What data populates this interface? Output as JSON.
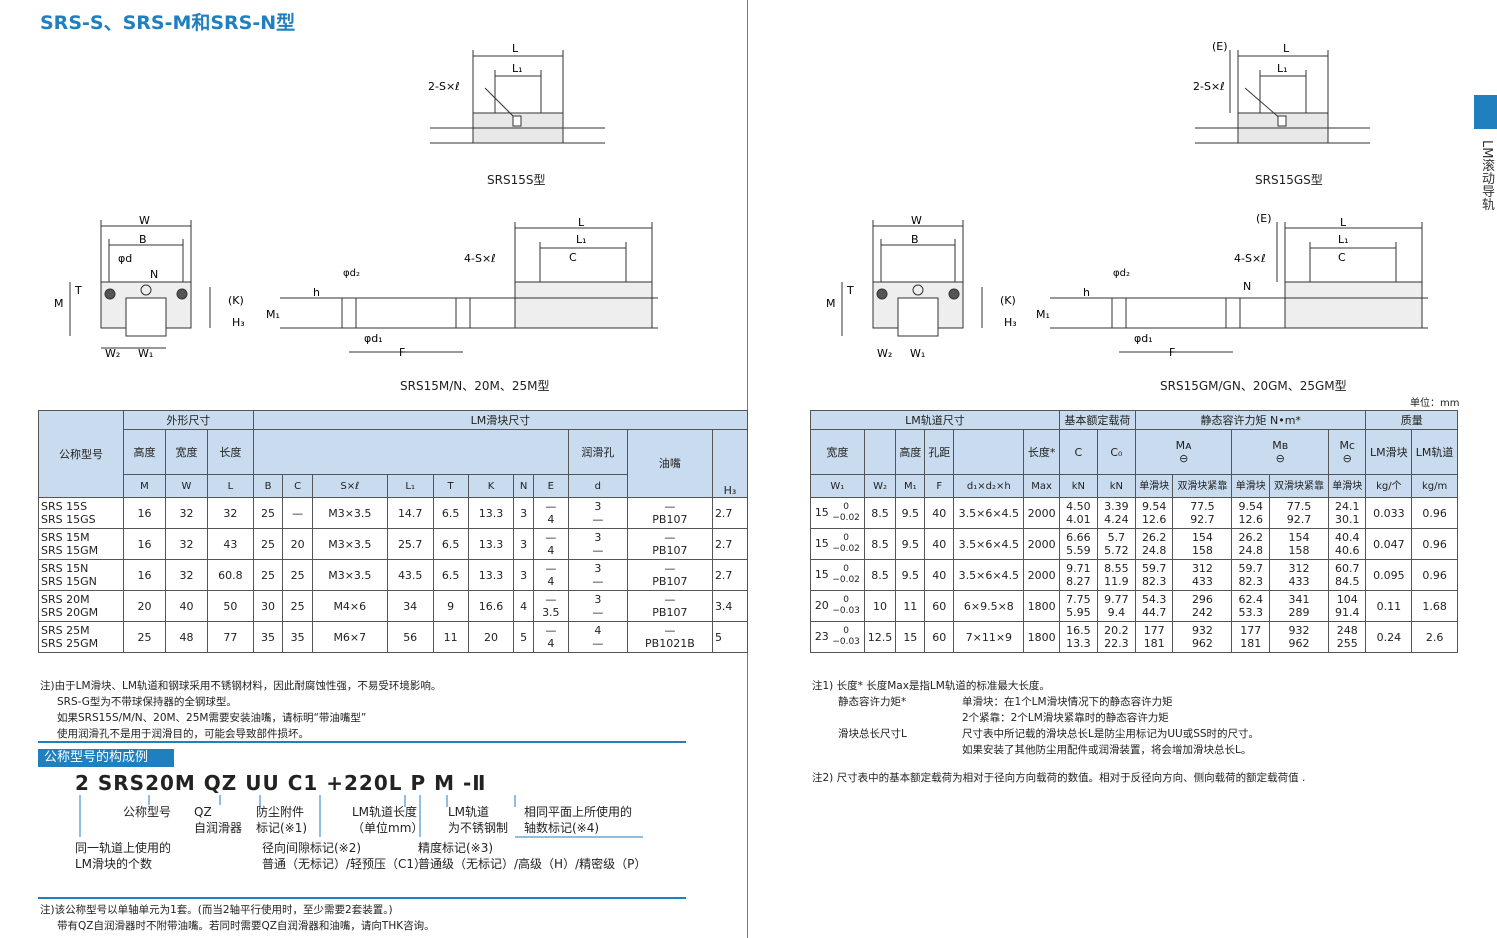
{
  "page": {
    "title": "SRS-S、SRS-M和SRS-N型",
    "side_tab": "LM滚动导轨",
    "unit": "单位：mm"
  },
  "drawings": {
    "labels": {
      "L": "L",
      "L1": "L₁",
      "E": "(E)",
      "S2": "2-S×ℓ",
      "S4": "4-S×ℓ",
      "W": "W",
      "B": "B",
      "d": "φd",
      "N": "N",
      "T": "T",
      "M": "M",
      "K": "(K)",
      "H3": "H₃",
      "W2": "W₂",
      "W1": "W₁",
      "d2": "φd₂",
      "h": "h",
      "M1": "M₁",
      "d1": "φd₁",
      "F": "F",
      "C": "C"
    },
    "captions": {
      "srs15s": "SRS15S型",
      "srs15gs": "SRS15GS型",
      "left_main": "SRS15M/N、20M、25M型",
      "right_main": "SRS15GM/GN、20GM、25GM型"
    }
  },
  "table_left": {
    "group_headers": [
      "公称型号",
      "外形尺寸",
      "LM滑块尺寸"
    ],
    "col_headers": [
      "高度",
      "宽度",
      "长度",
      "润滑孔",
      "油嘴"
    ],
    "sub_headers": [
      "M",
      "W",
      "L",
      "B",
      "C",
      "S×ℓ",
      "L₁",
      "T",
      "K",
      "N",
      "E",
      "d",
      "H₃"
    ],
    "rows": [
      {
        "model": "SRS 15S\nSRS 15GS",
        "M": "16",
        "W": "32",
        "L": "32",
        "B": "25",
        "C": "—",
        "S": "M3×3.5",
        "L1": "14.7",
        "T": "6.5",
        "K": "13.3",
        "N": "3",
        "E": "—\n4",
        "d": "3\n—",
        "nip": "—\nPB107",
        "H3": "2.7"
      },
      {
        "model": "SRS 15M\nSRS 15GM",
        "M": "16",
        "W": "32",
        "L": "43",
        "B": "25",
        "C": "20",
        "S": "M3×3.5",
        "L1": "25.7",
        "T": "6.5",
        "K": "13.3",
        "N": "3",
        "E": "—\n4",
        "d": "3\n—",
        "nip": "—\nPB107",
        "H3": "2.7"
      },
      {
        "model": "SRS 15N\nSRS 15GN",
        "M": "16",
        "W": "32",
        "L": "60.8",
        "B": "25",
        "C": "25",
        "S": "M3×3.5",
        "L1": "43.5",
        "T": "6.5",
        "K": "13.3",
        "N": "3",
        "E": "—\n4",
        "d": "3\n—",
        "nip": "—\nPB107",
        "H3": "2.7"
      },
      {
        "model": "SRS 20M\nSRS 20GM",
        "M": "20",
        "W": "40",
        "L": "50",
        "B": "30",
        "C": "25",
        "S": "M4×6",
        "L1": "34",
        "T": "9",
        "K": "16.6",
        "N": "4",
        "E": "—\n3.5",
        "d": "3\n—",
        "nip": "—\nPB107",
        "H3": "3.4"
      },
      {
        "model": "SRS 25M\nSRS 25GM",
        "M": "25",
        "W": "48",
        "L": "77",
        "B": "35",
        "C": "35",
        "S": "M6×7",
        "L1": "56",
        "T": "11",
        "K": "20",
        "N": "5",
        "E": "—\n4",
        "d": "4\n—",
        "nip": "—\nPB1021B",
        "H3": "5"
      }
    ]
  },
  "table_right": {
    "group_headers": [
      "LM轨道尺寸",
      "基本额定载荷",
      "静态容许力矩 N•m*",
      "质量"
    ],
    "col_headers": [
      "宽度",
      "高度",
      "孔距",
      "长度*",
      "LM滑块",
      "LM轨道"
    ],
    "sub_headers": [
      "W₁",
      "W₂",
      "M₁",
      "F",
      "d₁×d₂×h",
      "Max",
      "C",
      "C₀",
      "单滑块",
      "双滑块紧靠",
      "单滑块",
      "双滑块紧靠",
      "单滑块",
      "kg/个",
      "kg/m",
      "kN",
      "kN"
    ],
    "moment_labels": [
      "Mᴀ",
      "Mʙ",
      "Mᴄ"
    ],
    "rows": [
      {
        "W1": "15",
        "tol": "0\n−0.02",
        "W2": "8.5",
        "M1": "9.5",
        "F": "40",
        "dd": "3.5×6×4.5",
        "max": "2000",
        "C": "4.50\n4.01",
        "C0": "3.39\n4.24",
        "MA1": "9.54\n12.6",
        "MA2": "77.5\n92.7",
        "MB1": "9.54\n12.6",
        "MB2": "77.5\n92.7",
        "MC": "24.1\n30.1",
        "kg1": "0.033",
        "kg2": "0.96"
      },
      {
        "W1": "15",
        "tol": "0\n−0.02",
        "W2": "8.5",
        "M1": "9.5",
        "F": "40",
        "dd": "3.5×6×4.5",
        "max": "2000",
        "C": "6.66\n5.59",
        "C0": "5.7\n5.72",
        "MA1": "26.2\n24.8",
        "MA2": "154\n158",
        "MB1": "26.2\n24.8",
        "MB2": "154\n158",
        "MC": "40.4\n40.6",
        "kg1": "0.047",
        "kg2": "0.96"
      },
      {
        "W1": "15",
        "tol": "0\n−0.02",
        "W2": "8.5",
        "M1": "9.5",
        "F": "40",
        "dd": "3.5×6×4.5",
        "max": "2000",
        "C": "9.71\n8.27",
        "C0": "8.55\n11.9",
        "MA1": "59.7\n82.3",
        "MA2": "312\n433",
        "MB1": "59.7\n82.3",
        "MB2": "312\n433",
        "MC": "60.7\n84.5",
        "kg1": "0.095",
        "kg2": "0.96"
      },
      {
        "W1": "20",
        "tol": "0\n−0.03",
        "W2": "10",
        "M1": "11",
        "F": "60",
        "dd": "6×9.5×8",
        "max": "1800",
        "C": "7.75\n5.95",
        "C0": "9.77\n9.4",
        "MA1": "54.3\n44.7",
        "MA2": "296\n242",
        "MB1": "62.4\n53.3",
        "MB2": "341\n289",
        "MC": "104\n91.4",
        "kg1": "0.11",
        "kg2": "1.68"
      },
      {
        "W1": "23",
        "tol": "0\n−0.03",
        "W2": "12.5",
        "M1": "15",
        "F": "60",
        "dd": "7×11×9",
        "max": "1800",
        "C": "16.5\n13.3",
        "C0": "20.2\n22.3",
        "MA1": "177\n181",
        "MA2": "932\n962",
        "MB1": "177\n181",
        "MB2": "932\n962",
        "MC": "248\n255",
        "kg1": "0.24",
        "kg2": "2.6"
      }
    ]
  },
  "notes_left": [
    "注)由于LM滑块、LM轨道和钢球采用不锈钢材料，因此耐腐蚀性强，不易受环境影响。",
    "SRS-G型为不带球保持器的全钢球型。",
    "如果SRS15S/M/N、20M、25M需要安装油嘴，请标明“带油嘴型”",
    "使用润滑孔不是用于润滑目的，可能会导致部件损坏。"
  ],
  "notes_right": {
    "n1_head": "注1) 长度* 长度Max是指LM轨道的标准最大长度。",
    "n1_a_label": "静态容许力矩*",
    "n1_a1": "单滑块：在1个LM滑块情况下的静态容许力矩",
    "n1_a2": "2个紧靠：2个LM滑块紧靠时的静态容许力矩",
    "n1_b_label": "滑块总长尺寸L",
    "n1_b1": "尺寸表中所记载的滑块总长L是防尘用标记为UU或SS时的尺寸。",
    "n1_b2": "如果安装了其他防尘用配件或润滑装置，将会增加滑块总长L。",
    "n2": "注2) 尺寸表中的基本额定载荷为相对于径向方向载荷的数值。相对于反径向方向、侧向载荷的额定载荷值 ."
  },
  "model_code": {
    "section_title": "公称型号的构成例",
    "code": "2 SRS20M QZ UU C1 +220L P M -Ⅱ",
    "lbl_model": "公称型号",
    "lbl_qz1": "QZ",
    "lbl_qz2": "自润滑器",
    "lbl_dust1": "防尘附件",
    "lbl_dust2": "标记(※1)",
    "lbl_len1": "LM轨道长度",
    "lbl_len2": "（单位mm）",
    "lbl_rail1": "LM轨道",
    "lbl_rail2": "为不锈钢制",
    "lbl_axis1": "相同平面上所使用的",
    "lbl_axis2": "轴数标记(※4)",
    "lbl_count1": "同一轨道上使用的",
    "lbl_count2": "LM滑块的个数",
    "lbl_clr1": "径向间隙标记(※2)",
    "lbl_clr2": "普通（无标记）/轻预压（C1）",
    "lbl_prec1": "精度标记(※3)",
    "lbl_prec2": "普通级（无标记）/高级（H）/精密级（P）"
  },
  "notes_bottom": [
    "注)该公称型号以单轴单元为1套。(而当2轴平行使用时，至少需要2套装置。)",
    "带有QZ自润滑器时不附带油嘴。若同时需要QZ自润滑器和油嘴，请向THK咨询。"
  ]
}
